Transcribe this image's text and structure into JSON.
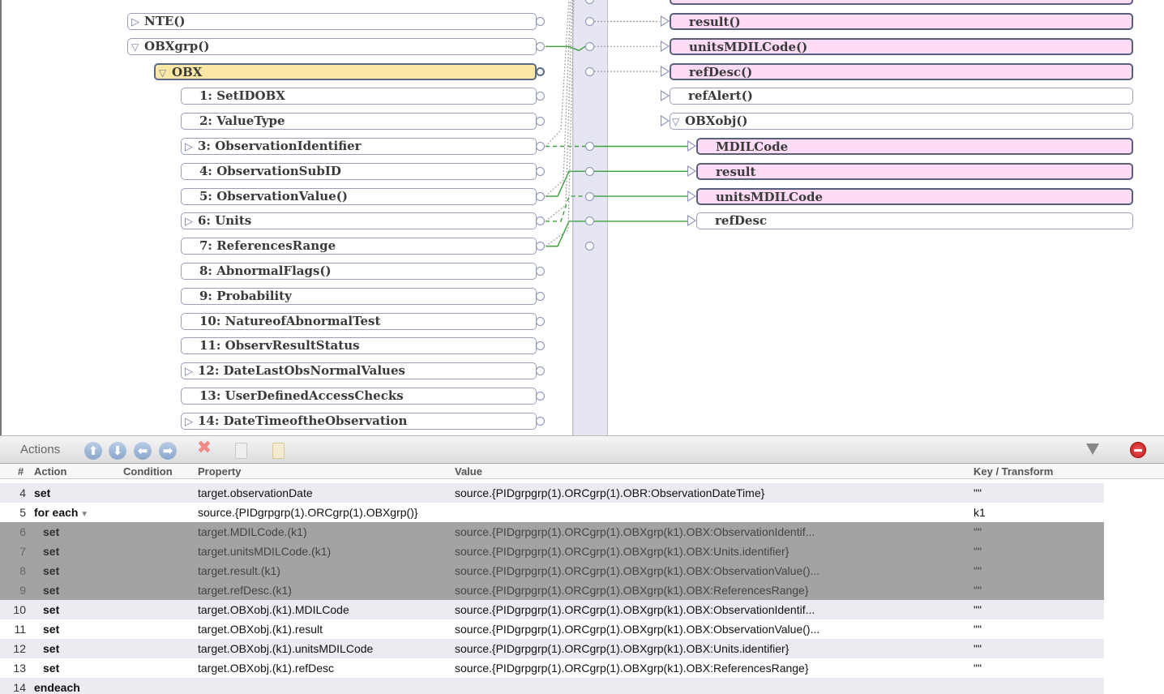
{
  "mapper": {
    "source_nodes": [
      {
        "label": "NTE()",
        "arrow": "collapsed",
        "indent": 0
      },
      {
        "label": "OBXgrp()",
        "arrow": "expanded",
        "indent": 0
      },
      {
        "label": "OBX",
        "arrow": "expanded",
        "indent": 1,
        "selected": true
      },
      {
        "label": "1: SetIDOBX",
        "arrow": "",
        "indent": 2
      },
      {
        "label": "2: ValueType",
        "arrow": "",
        "indent": 2
      },
      {
        "label": "3: ObservationIdentifier",
        "arrow": "collapsed",
        "indent": 2
      },
      {
        "label": "4: ObservationSubID",
        "arrow": "",
        "indent": 2
      },
      {
        "label": "5: ObservationValue()",
        "arrow": "",
        "indent": 2
      },
      {
        "label": "6: Units",
        "arrow": "collapsed",
        "indent": 2
      },
      {
        "label": "7: ReferencesRange",
        "arrow": "",
        "indent": 2
      },
      {
        "label": "8: AbnormalFlags()",
        "arrow": "",
        "indent": 2
      },
      {
        "label": "9: Probability",
        "arrow": "",
        "indent": 2
      },
      {
        "label": "10: NatureofAbnormalTest",
        "arrow": "",
        "indent": 2
      },
      {
        "label": "11: ObservResultStatus",
        "arrow": "",
        "indent": 2
      },
      {
        "label": "12: DateLastObsNormalValues",
        "arrow": "collapsed",
        "indent": 2
      },
      {
        "label": "13: UserDefinedAccessChecks",
        "arrow": "",
        "indent": 2
      },
      {
        "label": "14: DateTimeoftheObservation",
        "arrow": "collapsed",
        "indent": 2
      }
    ],
    "target_nodes": [
      {
        "label": "result()",
        "arrow": "",
        "indent": 0,
        "mapped": true
      },
      {
        "label": "unitsMDILCode()",
        "arrow": "",
        "indent": 0,
        "mapped": true
      },
      {
        "label": "refDesc()",
        "arrow": "",
        "indent": 0,
        "mapped": true
      },
      {
        "label": "refAlert()",
        "arrow": "",
        "indent": 0,
        "mapped": false
      },
      {
        "label": "OBXobj()",
        "arrow": "expanded",
        "indent": 0,
        "mapped": false
      },
      {
        "label": "MDILCode",
        "arrow": "",
        "indent": 1,
        "mapped": true
      },
      {
        "label": "result",
        "arrow": "",
        "indent": 1,
        "mapped": true
      },
      {
        "label": "unitsMDILCode",
        "arrow": "",
        "indent": 1,
        "mapped": true
      },
      {
        "label": "refDesc",
        "arrow": "",
        "indent": 1,
        "mapped": false
      }
    ],
    "colors": {
      "mapped_fill": "#ffdcf6",
      "selected_fill": "#fbe8a6",
      "solid_link": "#3aa03a",
      "dotted_link": "#a0a0a0"
    }
  },
  "toolbar": {
    "title": "Actions",
    "buttons": [
      "move-up-icon",
      "move-down-icon",
      "move-left-icon",
      "move-right-icon",
      "delete-x-icon",
      "copy-icon",
      "paste-icon",
      "filter-icon",
      "remove-icon"
    ]
  },
  "grid": {
    "headers": {
      "num": "#",
      "action": "Action",
      "condition": "Condition",
      "property": "Property",
      "value": "Value",
      "key": "Key / Transform"
    },
    "rows": [
      {
        "num": "4",
        "action": "set",
        "condition": "",
        "property": "target.observationDate",
        "value": "source.{PIDgrpgrp(1).ORCgrp(1).OBR:ObservationDateTime}",
        "key": "\"\"",
        "indent": false,
        "style": "alt"
      },
      {
        "num": "5",
        "action": "for each",
        "condition": "",
        "property": "source.{PIDgrpgrp(1).ORCgrp(1).OBXgrp()}",
        "value": "",
        "key": "k1",
        "indent": false,
        "style": "",
        "dropdown": true
      },
      {
        "num": "6",
        "action": "set",
        "condition": "",
        "property": "target.MDILCode.(k1)",
        "value": "source.{PIDgrpgrp(1).ORCgrp(1).OBXgrp(k1).OBX:ObservationIdentif...",
        "key": "\"\"",
        "indent": true,
        "style": "hl"
      },
      {
        "num": "7",
        "action": "set",
        "condition": "",
        "property": "target.unitsMDILCode.(k1)",
        "value": "source.{PIDgrpgrp(1).ORCgrp(1).OBXgrp(k1).OBX:Units.identifier}",
        "key": "\"\"",
        "indent": true,
        "style": "hl"
      },
      {
        "num": "8",
        "action": "set",
        "condition": "",
        "property": "target.result.(k1)",
        "value": "source.{PIDgrpgrp(1).ORCgrp(1).OBXgrp(k1).OBX:ObservationValue()...",
        "key": "\"\"",
        "indent": true,
        "style": "hl"
      },
      {
        "num": "9",
        "action": "set",
        "condition": "",
        "property": "target.refDesc.(k1)",
        "value": "source.{PIDgrpgrp(1).ORCgrp(1).OBXgrp(k1).OBX:ReferencesRange}",
        "key": "\"\"",
        "indent": true,
        "style": "hl"
      },
      {
        "num": "10",
        "action": "set",
        "condition": "",
        "property": "target.OBXobj.(k1).MDILCode",
        "value": "source.{PIDgrpgrp(1).ORCgrp(1).OBXgrp(k1).OBX:ObservationIdentif...",
        "key": "\"\"",
        "indent": true,
        "style": "alt"
      },
      {
        "num": "11",
        "action": "set",
        "condition": "",
        "property": "target.OBXobj.(k1).result",
        "value": "source.{PIDgrpgrp(1).ORCgrp(1).OBXgrp(k1).OBX:ObservationValue()...",
        "key": "\"\"",
        "indent": true,
        "style": ""
      },
      {
        "num": "12",
        "action": "set",
        "condition": "",
        "property": "target.OBXobj.(k1).unitsMDILCode",
        "value": "source.{PIDgrpgrp(1).ORCgrp(1).OBXgrp(k1).OBX:Units.identifier}",
        "key": "\"\"",
        "indent": true,
        "style": "alt"
      },
      {
        "num": "13",
        "action": "set",
        "condition": "",
        "property": "target.OBXobj.(k1).refDesc",
        "value": "source.{PIDgrpgrp(1).ORCgrp(1).OBXgrp(k1).OBX:ReferencesRange}",
        "key": "\"\"",
        "indent": true,
        "style": ""
      },
      {
        "num": "14",
        "action": "endeach",
        "condition": "",
        "property": "",
        "value": "",
        "key": "",
        "indent": false,
        "style": "alt"
      }
    ]
  }
}
